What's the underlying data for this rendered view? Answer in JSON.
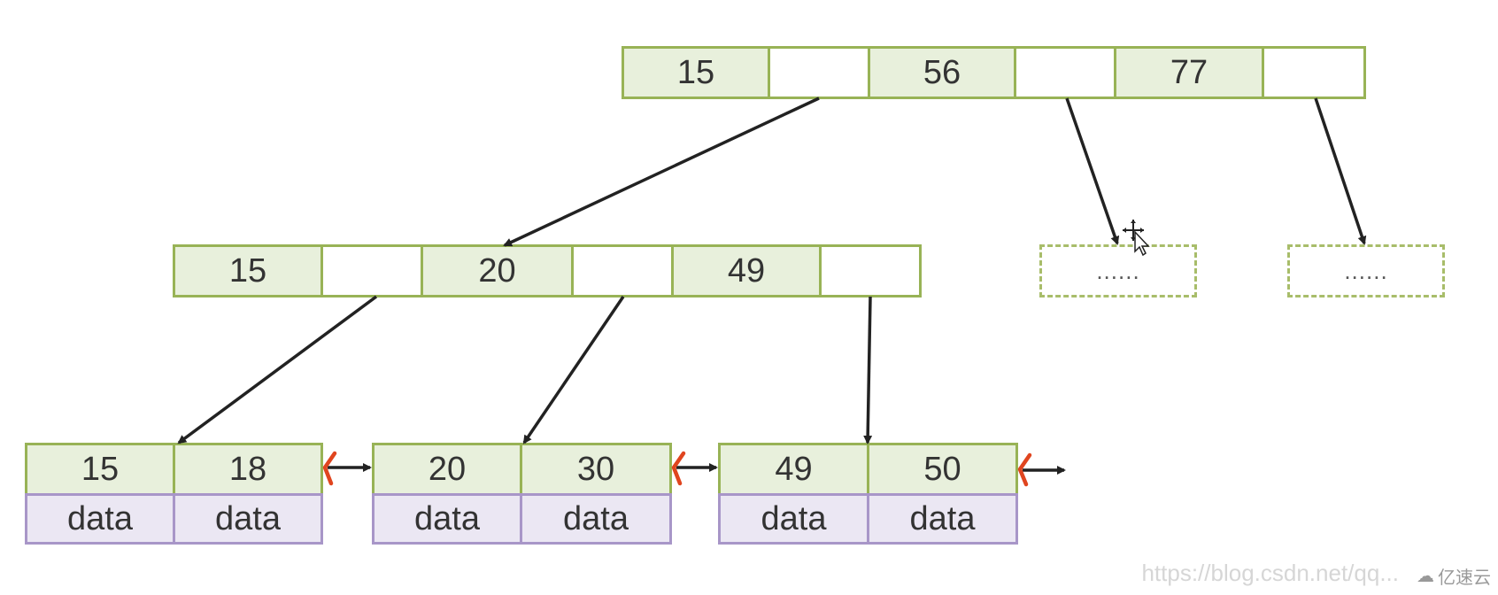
{
  "root": {
    "keys": [
      "15",
      "56",
      "77"
    ]
  },
  "internal": {
    "keys": [
      "15",
      "20",
      "49"
    ]
  },
  "placeholders": [
    "......",
    "......"
  ],
  "leaves": [
    {
      "keys": [
        "15",
        "18"
      ],
      "data": [
        "data",
        "data"
      ]
    },
    {
      "keys": [
        "20",
        "30"
      ],
      "data": [
        "data",
        "data"
      ]
    },
    {
      "keys": [
        "49",
        "50"
      ],
      "data": [
        "data",
        "data"
      ]
    }
  ],
  "watermark": "https://blog.csdn.net/qq...",
  "brand": "亿速云",
  "colors": {
    "key_fill": "#e8f0dc",
    "key_border": "#98b356",
    "data_fill": "#ebe7f3",
    "data_border": "#a896c8",
    "arrow": "#222222",
    "leaf_link_marker": "#e0451f"
  }
}
